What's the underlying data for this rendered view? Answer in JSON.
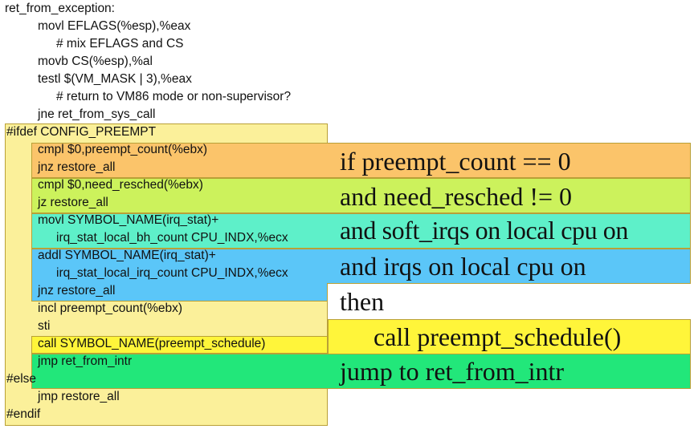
{
  "colors": {
    "outer_box": "#fbf09a",
    "preempt_count": "#fbc46a",
    "need_resched": "#ccf25c",
    "soft_irqs": "#5ef0c9",
    "irqs": "#5bc6f8",
    "call_schedule": "#fff53a",
    "jump": "#22e77a"
  },
  "asm_header": [
    "ret_from_exception:",
    "movl EFLAGS(%esp),%eax",
    "# mix EFLAGS and CS",
    "movb CS(%esp),%al",
    "testl $(VM_MASK | 3),%eax",
    "# return to VM86 mode or non-supervisor?",
    "jne ret_from_sys_call"
  ],
  "asm_block": {
    "ifdef": "#ifdef CONFIG_PREEMPT",
    "cmpl_count": "cmpl $0,preempt_count(%ebx)",
    "jnz_1": "jnz restore_all",
    "cmpl_resched": "cmpl $0,need_resched(%ebx)",
    "jz_1": "jz restore_all",
    "movl_irq": "movl SYMBOL_NAME(irq_stat)+",
    "bh_count": "irq_stat_local_bh_count CPU_INDX,%ecx",
    "addl_irq": "addl SYMBOL_NAME(irq_stat)+",
    "irq_count": "irq_stat_local_irq_count CPU_INDX,%ecx",
    "jnz_2": "jnz restore_all",
    "incl": "incl preempt_count(%ebx)",
    "sti": "sti",
    "call": "call SYMBOL_NAME(preempt_schedule)",
    "jmp_intr": "jmp ret_from_intr",
    "else": "#else",
    "jmp_restore": "jmp restore_all",
    "endif": "#endif"
  },
  "annotations": {
    "preempt_count": "if preempt_count == 0",
    "need_resched": "and need_resched != 0",
    "soft_irqs": "and soft_irqs on local cpu on",
    "irqs": "and irqs on local cpu on",
    "then": "then",
    "call_schedule": "call preempt_schedule()",
    "jump": "jump to ret_from_intr"
  }
}
